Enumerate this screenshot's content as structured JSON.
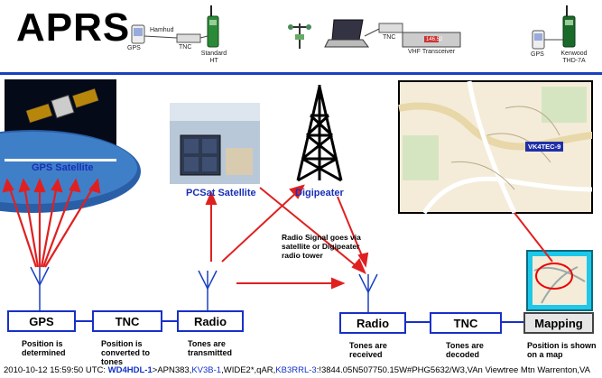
{
  "header": {
    "title": "APRS",
    "station1": {
      "gps": "GPS",
      "hamhud": "Hamhud",
      "tnc": "TNC",
      "ht": "Standard HT"
    },
    "station2": {
      "tnc": "TNC",
      "vhf": "VHF Transceiver",
      "radio_display": "146.52"
    },
    "station3": {
      "gps": "GPS",
      "kenwood": "Kenwood THD-7A"
    }
  },
  "labels": {
    "gps_satellite": "GPS Satellite",
    "pcsat_satellite": "PCSat Satellite",
    "digipeater": "Digipeater",
    "radio_signal_note": "Radio Signal goes via satellite or Digipeater radio tower",
    "map_callsign": "VK4TEC-9"
  },
  "boxes": {
    "gps": "GPS",
    "tnc1": "TNC",
    "radio1": "Radio",
    "radio2": "Radio",
    "tnc2": "TNC",
    "mapping": "Mapping"
  },
  "descriptions": {
    "gps": "Position is determined",
    "tnc1": "Position is converted to tones",
    "radio1": "Tones are transmitted",
    "radio2": "Tones are received",
    "tnc2": "Tones are decoded",
    "mapping": "Position is shown on a map"
  },
  "footer": {
    "timestamp": "2010-10-12 15:59:50 UTC:",
    "callsign": "WD4HDL-1",
    "path1": ">APN383,",
    "hop1": "KV3B-1",
    "path2": ",WIDE2*,qAR,",
    "hop2": "KB3RRL-3",
    "rest": ":!3844.05N507750.15W#PHG5632/W3,VAn Viewtree Mtn Warrenton,VA"
  },
  "colors": {
    "accent_blue": "#1830c9",
    "arrow_red": "#e02020",
    "header_rule": "#1a3fbf"
  }
}
